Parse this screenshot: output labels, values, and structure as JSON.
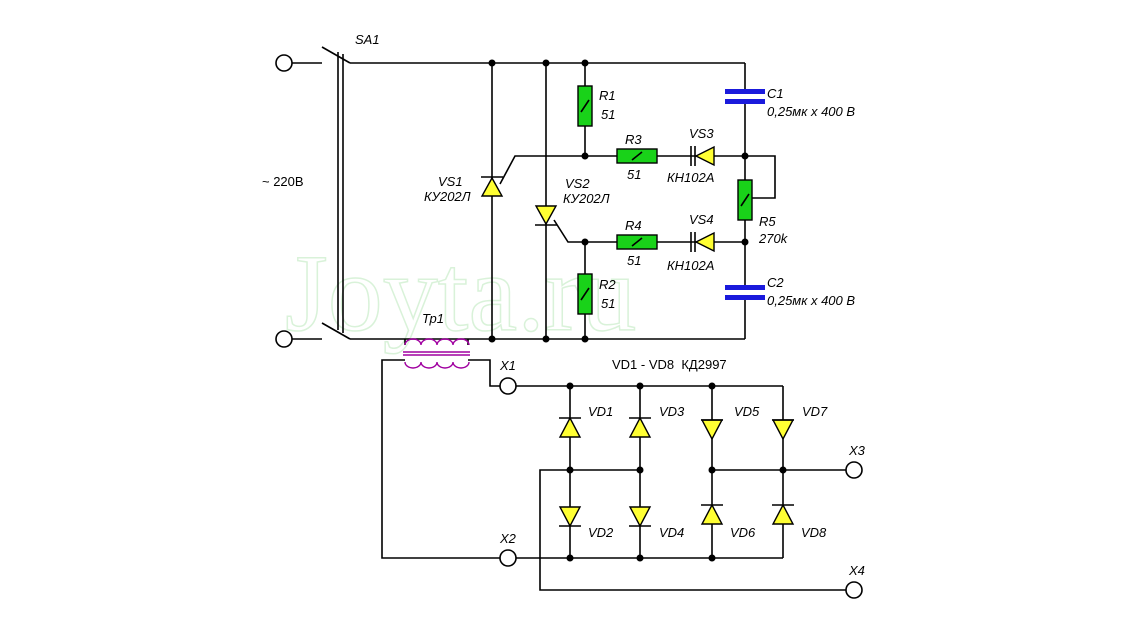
{
  "watermark": "Joyta.ru",
  "source_label": "~ 220В",
  "switch": {
    "ref": "SA1"
  },
  "thyristors": [
    {
      "ref": "VS1",
      "type": "КУ202Л"
    },
    {
      "ref": "VS2",
      "type": "КУ202Л"
    }
  ],
  "dinistors": [
    {
      "ref": "VS3",
      "type": "КН102А"
    },
    {
      "ref": "VS4",
      "type": "КН102А"
    }
  ],
  "resistors": [
    {
      "ref": "R1",
      "value": "51"
    },
    {
      "ref": "R2",
      "value": "51"
    },
    {
      "ref": "R3",
      "value": "51"
    },
    {
      "ref": "R4",
      "value": "51"
    },
    {
      "ref": "R5",
      "value": "270k"
    }
  ],
  "capacitors": [
    {
      "ref": "C1",
      "value": "0,25мк х 400 В"
    },
    {
      "ref": "C2",
      "value": "0,25мк х 400 В"
    }
  ],
  "transformer": {
    "ref": "Тр1"
  },
  "terminals": [
    "X1",
    "X2",
    "X3",
    "X4"
  ],
  "bridge_caption": "VD1 - VD8  КД2997",
  "bridge_diodes": [
    "VD1",
    "VD2",
    "VD3",
    "VD4",
    "VD5",
    "VD6",
    "VD7",
    "VD8"
  ],
  "colors": {
    "resistor": "#19d219",
    "capacitor": "#1a1adc",
    "diode": "#ffff33",
    "transformer": "#a000a0",
    "watermark": "#d9f2d9"
  }
}
